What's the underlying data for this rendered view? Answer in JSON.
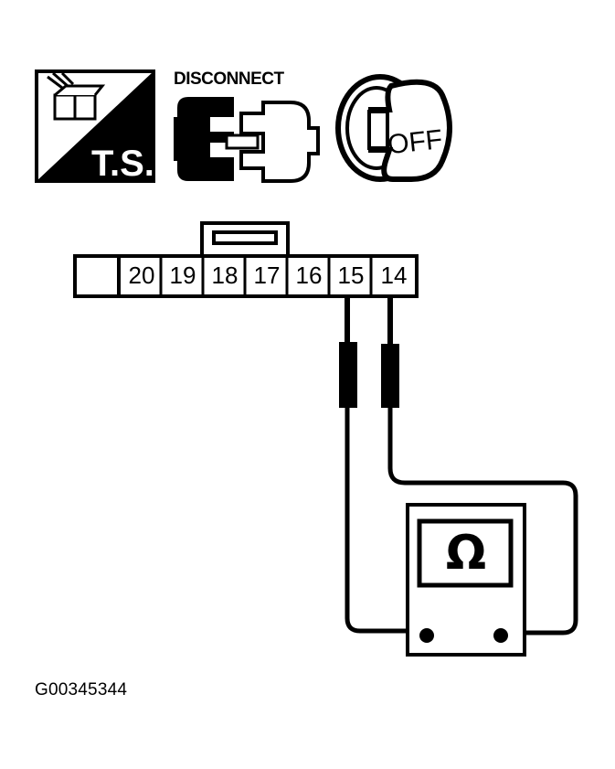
{
  "icons": {
    "ts": {
      "label": "T.S.",
      "name": "ts-connector-icon"
    },
    "disconnect": {
      "label": "DISCONNECT",
      "name": "disconnect-connector-icon"
    },
    "ignition": {
      "label": "OFF",
      "name": "ignition-key-off-icon"
    }
  },
  "connector": {
    "pins": [
      "20",
      "19",
      "18",
      "17",
      "16",
      "15",
      "14"
    ],
    "probed_pins": [
      "15",
      "14"
    ]
  },
  "meter": {
    "symbol": "Ω",
    "mode": "ohmmeter"
  },
  "caption": "G00345344",
  "colors": {
    "ink": "#000000",
    "paper": "#ffffff"
  }
}
